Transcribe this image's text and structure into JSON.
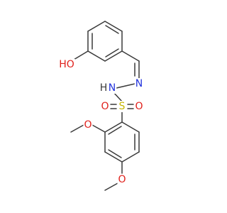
{
  "colors": {
    "background": "#ffffff",
    "bond": "#3a3a3a",
    "oxygen": "#e0201b",
    "nitrogen": "#2233dd",
    "sulfur": "#c8b800",
    "hydrogen": "#3a3a3a"
  },
  "labels": {
    "hydroxyl": "HO",
    "imine_n": "N",
    "amide_nh": "N",
    "amide_h": "H",
    "sulfur": "S",
    "sulfonyl_o_left": "O",
    "sulfonyl_o_right": "O",
    "ortho_methoxy_o": "O",
    "para_methoxy_o": "O"
  }
}
